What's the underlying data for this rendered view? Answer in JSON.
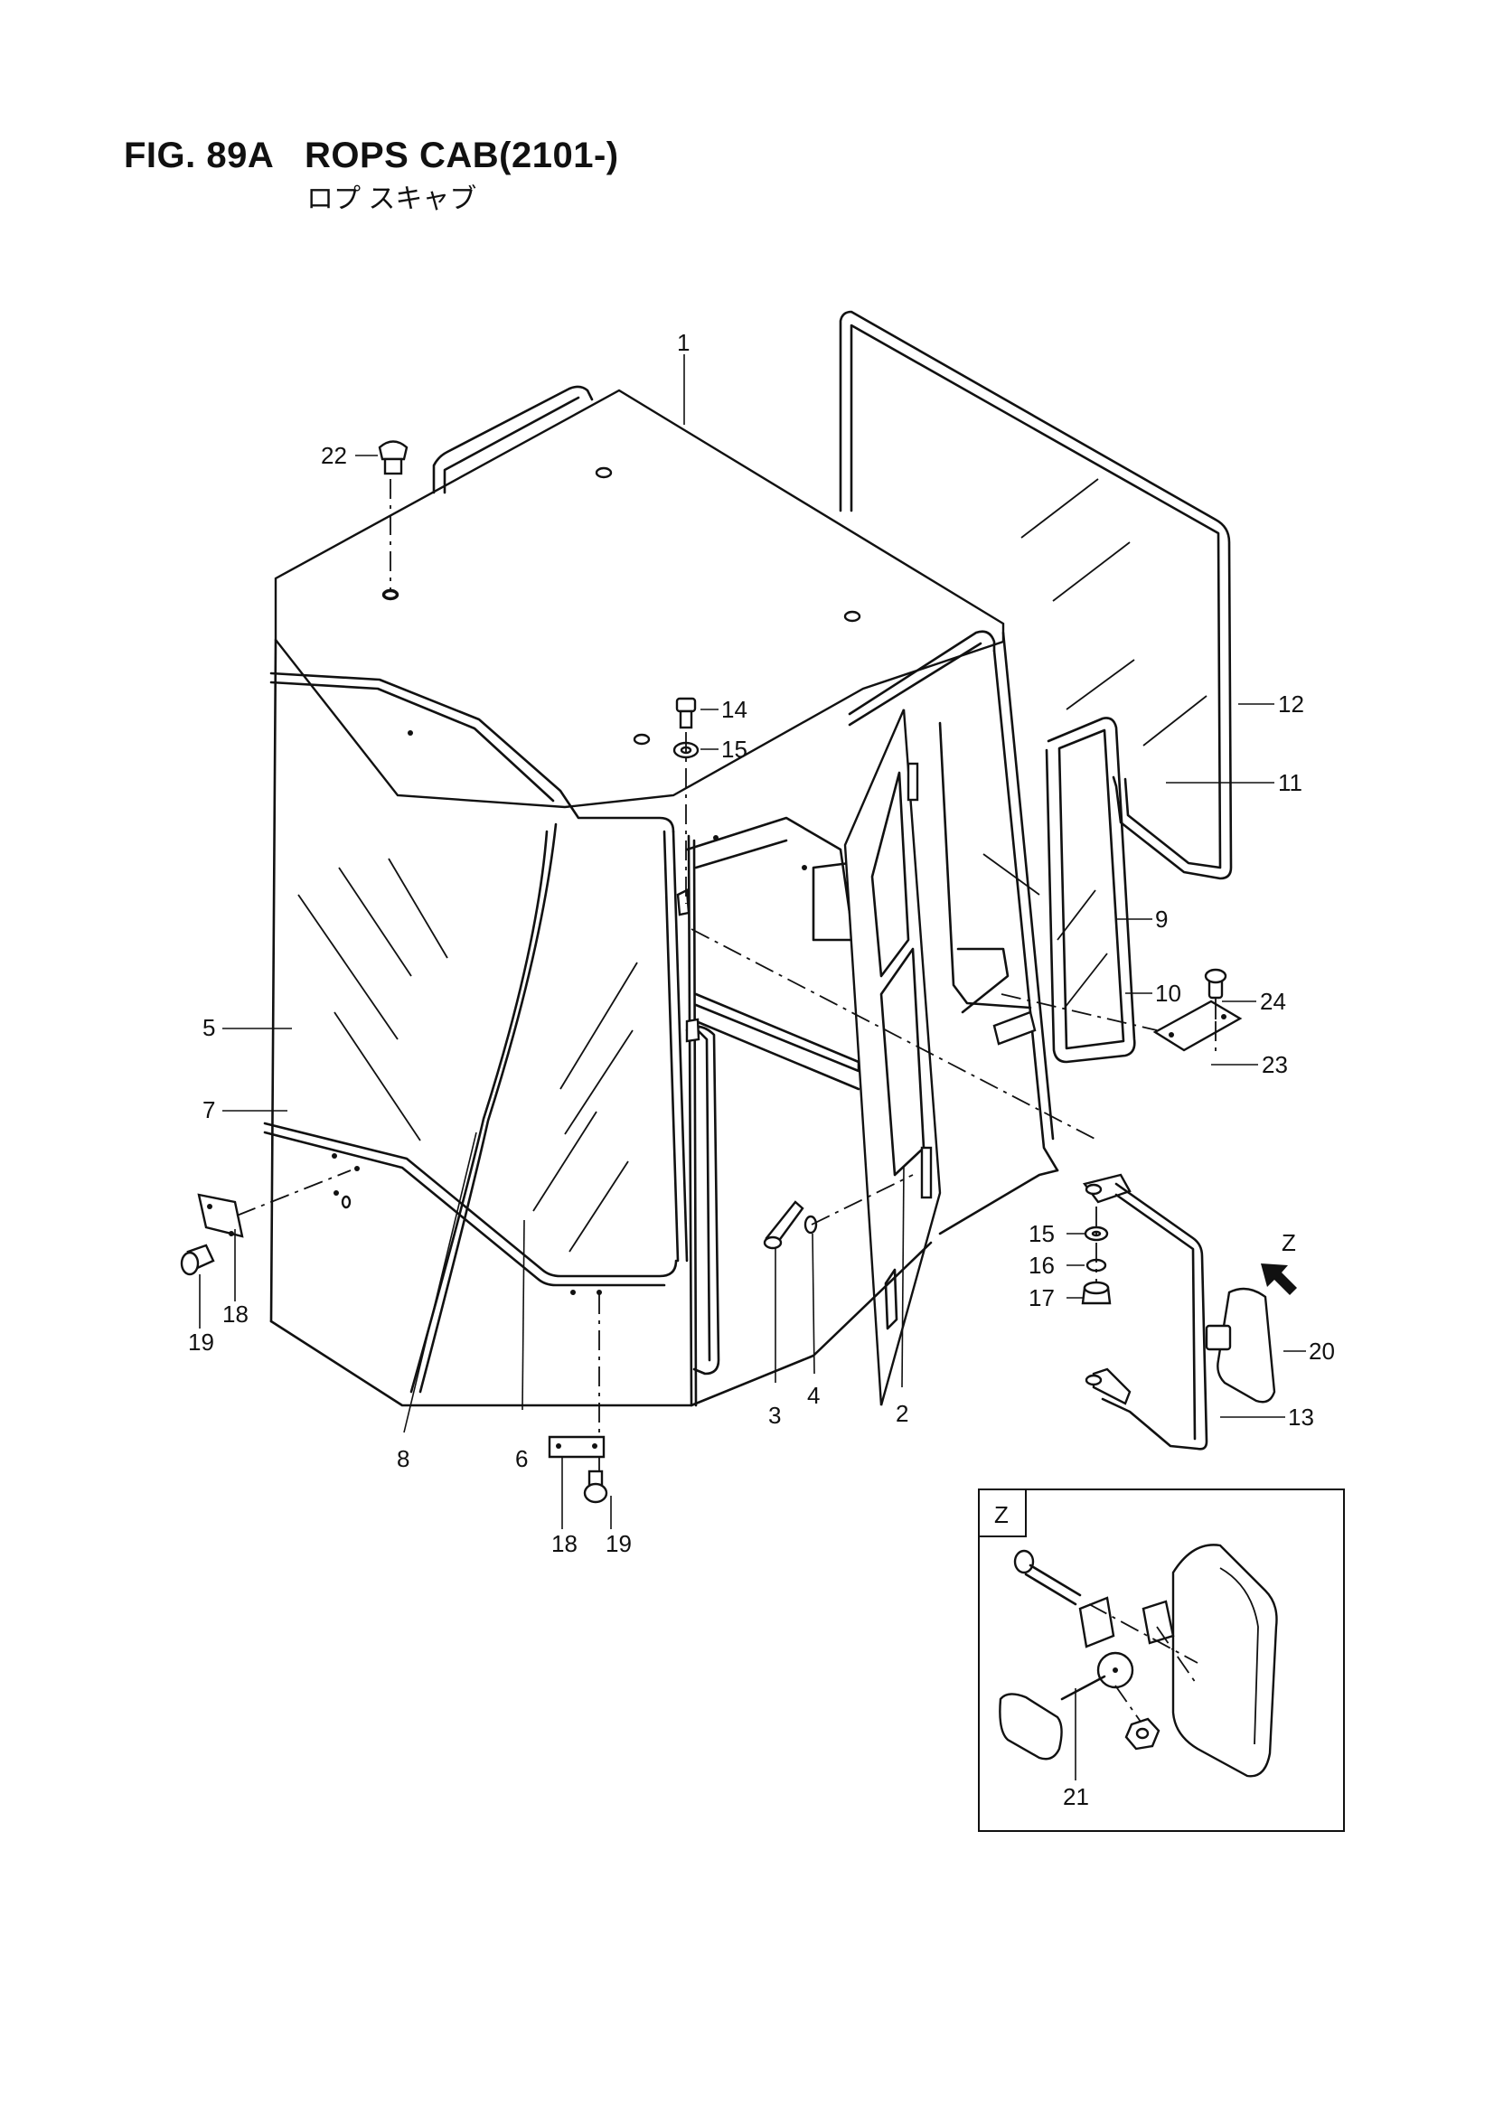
{
  "title": {
    "fig_no": "FIG. 89A",
    "name": "ROPS CAB(2101-)"
  },
  "subtitle": "ロプ スキャブ",
  "detail": {
    "label": "Z",
    "arrow_label": "Z"
  },
  "callouts": [
    {
      "num": "1"
    },
    {
      "num": "2"
    },
    {
      "num": "3"
    },
    {
      "num": "4"
    },
    {
      "num": "5"
    },
    {
      "num": "6"
    },
    {
      "num": "7"
    },
    {
      "num": "8"
    },
    {
      "num": "9"
    },
    {
      "num": "10"
    },
    {
      "num": "11"
    },
    {
      "num": "12"
    },
    {
      "num": "13"
    },
    {
      "num": "14"
    },
    {
      "num": "15"
    },
    {
      "num": "15"
    },
    {
      "num": "16"
    },
    {
      "num": "17"
    },
    {
      "num": "18"
    },
    {
      "num": "18"
    },
    {
      "num": "19"
    },
    {
      "num": "19"
    },
    {
      "num": "20"
    },
    {
      "num": "21"
    },
    {
      "num": "22"
    },
    {
      "num": "23"
    },
    {
      "num": "24"
    }
  ]
}
